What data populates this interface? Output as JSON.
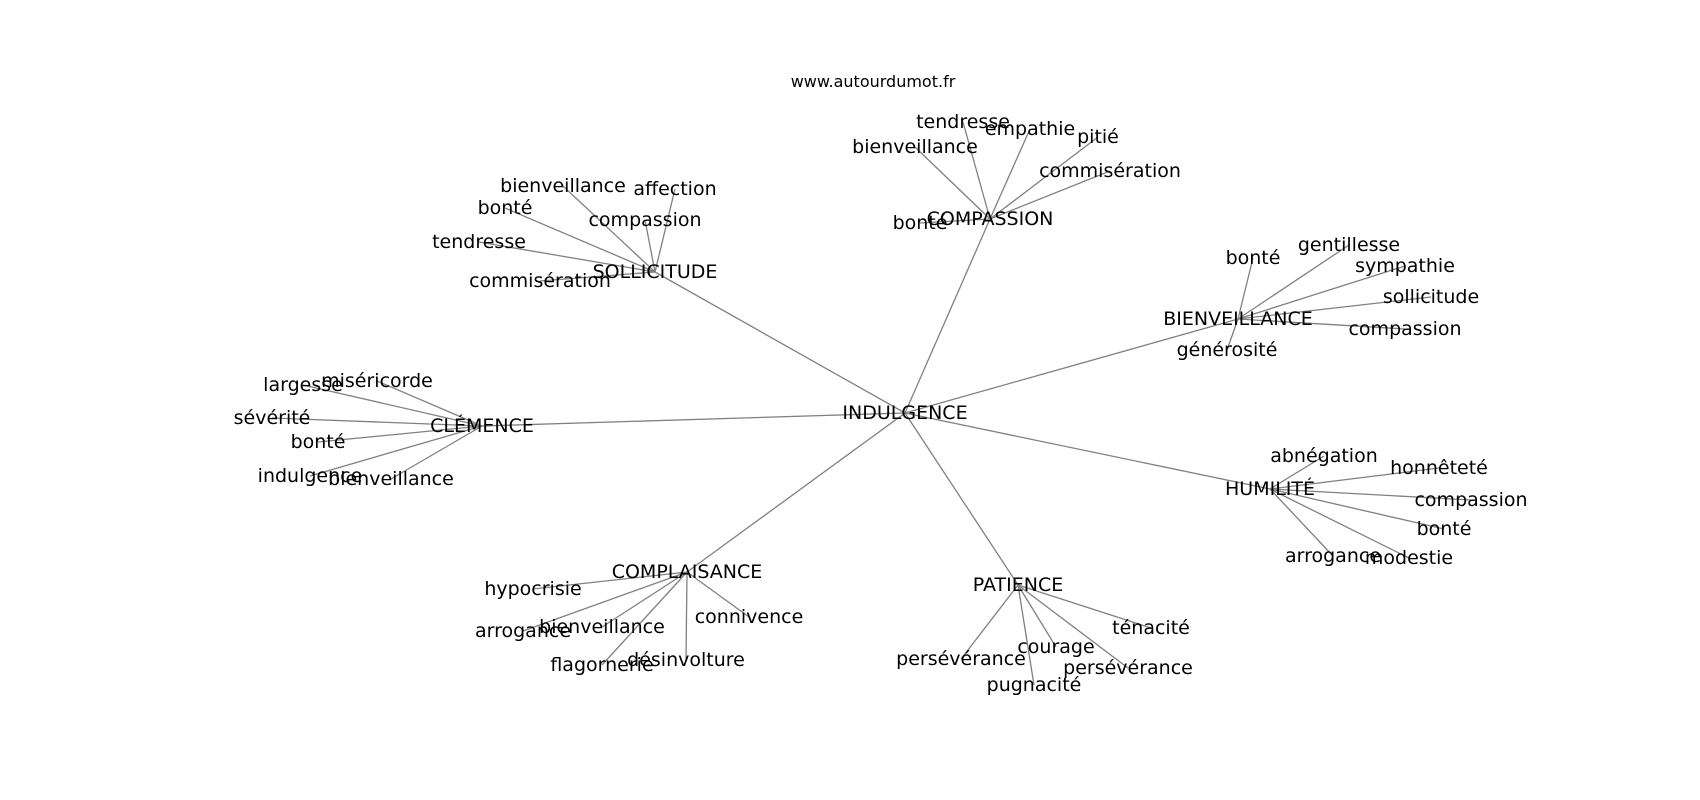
{
  "header": {
    "site": "www.autourdumot.fr"
  },
  "graph": {
    "center": {
      "label": "INDULGENCE"
    },
    "clusters": [
      {
        "label": "COMPASSION",
        "terms": [
          "tendresse",
          "empathie",
          "pitié",
          "bienveillance",
          "commisération",
          "bonté"
        ]
      },
      {
        "label": "SOLLICITUDE",
        "terms": [
          "bienveillance",
          "affection",
          "bonté",
          "compassion",
          "tendresse",
          "commisération"
        ]
      },
      {
        "label": "BIENVEILLANCE",
        "terms": [
          "bonté",
          "gentillesse",
          "sympathie",
          "sollicitude",
          "compassion",
          "générosité"
        ]
      },
      {
        "label": "CLÉMENCE",
        "terms": [
          "miséricorde",
          "largesse",
          "sévérité",
          "bonté",
          "indulgence",
          "bienveillance"
        ]
      },
      {
        "label": "HUMILITÉ",
        "terms": [
          "abnégation",
          "honnêteté",
          "compassion",
          "bonté",
          "arrogance",
          "modestie"
        ]
      },
      {
        "label": "COMPLAISANCE",
        "terms": [
          "hypocrisie",
          "connivence",
          "arrogance",
          "bienveillance",
          "flagornerie",
          "désinvolture"
        ]
      },
      {
        "label": "PATIENCE",
        "terms": [
          "ténacité",
          "persévérance",
          "courage",
          "persévérance",
          "pugnacité"
        ]
      }
    ]
  }
}
